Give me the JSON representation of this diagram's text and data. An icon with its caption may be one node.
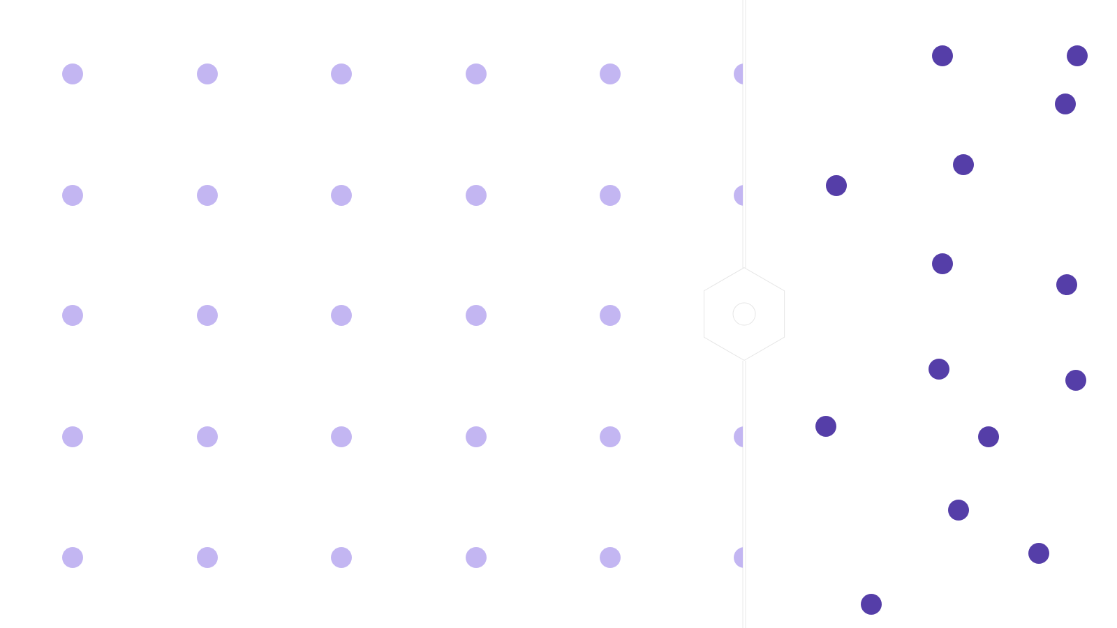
{
  "diagram": {
    "nodes": [
      {
        "text": [],
        "shape": "circle"
      },
      {
        "text": [],
        "shape": "circle"
      },
      {
        "text": [],
        "shape": "circle"
      },
      {
        "text": [],
        "shape": "circle"
      },
      {
        "text": [],
        "shape": "circle"
      },
      {
        "text": [],
        "shape": "circle"
      },
      {
        "text": [],
        "shape": "circle"
      },
      {
        "text": [],
        "shape": "circle"
      },
      {
        "text": [],
        "shape": "circle"
      },
      {
        "text": [],
        "shape": "circle"
      },
      {
        "text": [],
        "shape": "circle"
      },
      {
        "text": [],
        "shape": "circle"
      },
      {
        "text": [],
        "shape": "circle"
      },
      {
        "text": [],
        "shape": "circle"
      },
      {
        "text": [],
        "shape": "circle"
      },
      {
        "text": [],
        "shape": "circle"
      },
      {
        "text": [],
        "shape": "circle"
      },
      {
        "text": [],
        "shape": "circle"
      },
      {
        "text": [],
        "shape": "circle"
      },
      {
        "text": [],
        "shape": "circle"
      },
      {
        "text": [],
        "shape": "circle"
      },
      {
        "text": [],
        "shape": "circle"
      },
      {
        "text": [],
        "shape": "circle"
      },
      {
        "text": [],
        "shape": "circle"
      },
      {
        "text": [],
        "shape": "circle"
      },
      {
        "text": [],
        "shape": "circle"
      },
      {
        "text": [],
        "shape": "circle"
      },
      {
        "text": [],
        "shape": "circle"
      },
      {
        "text": [],
        "shape": "circle"
      },
      {
        "text": [],
        "shape": "hexagon"
      },
      {
        "text": [],
        "shape": "circle"
      },
      {
        "text": [],
        "shape": "circle"
      },
      {
        "text": [],
        "shape": "circle"
      },
      {
        "text": [],
        "shape": "circle"
      },
      {
        "text": [],
        "shape": "circle"
      },
      {
        "text": [],
        "shape": "circle"
      },
      {
        "text": [],
        "shape": "circle"
      },
      {
        "text": [],
        "shape": "circle"
      },
      {
        "text": [],
        "shape": "circle"
      },
      {
        "text": [],
        "shape": "circle"
      },
      {
        "text": [],
        "shape": "circle"
      },
      {
        "text": [],
        "shape": "circle"
      },
      {
        "text": [],
        "shape": "circle"
      },
      {
        "text": [],
        "shape": "circle"
      }
    ]
  }
}
